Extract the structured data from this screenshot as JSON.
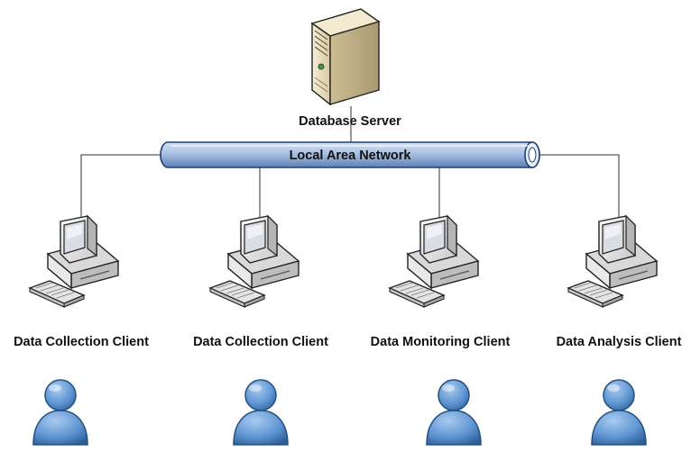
{
  "server": {
    "label": "Database Server"
  },
  "network": {
    "label": "Local Area Network"
  },
  "clients": [
    {
      "label": "Data Collection Client"
    },
    {
      "label": "Data Collection Client"
    },
    {
      "label": "Data Monitoring Client"
    },
    {
      "label": "Data Analysis Client"
    }
  ],
  "colors": {
    "network_tube": "#9fb8dd",
    "network_outline": "#1f3f73",
    "user_icon": "#5e95d2",
    "server_case": "#eee3c4",
    "computer_body": "#e6e6e6"
  }
}
